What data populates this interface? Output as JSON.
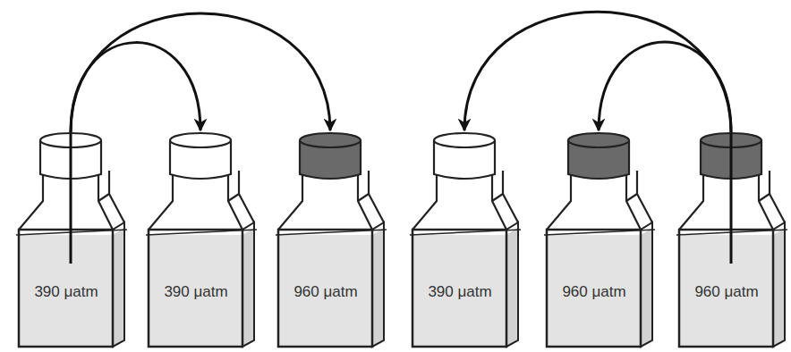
{
  "diagram": {
    "nodes": [
      {
        "text": [
          "390 μatm"
        ]
      },
      {
        "text": [
          "390 μatm"
        ]
      },
      {
        "text": [
          "960 μatm"
        ]
      },
      {
        "text": [
          "390 μatm"
        ]
      },
      {
        "text": [
          "960 μatm"
        ]
      },
      {
        "text": [
          "960 μatm"
        ]
      }
    ],
    "edges": [
      {
        "from": 0,
        "to": 1,
        "arrow": "to"
      },
      {
        "from": 0,
        "to": 2,
        "arrow": "to"
      },
      {
        "from": 5,
        "to": 3,
        "arrow": "to"
      },
      {
        "from": 5,
        "to": 4,
        "arrow": "to"
      }
    ]
  }
}
